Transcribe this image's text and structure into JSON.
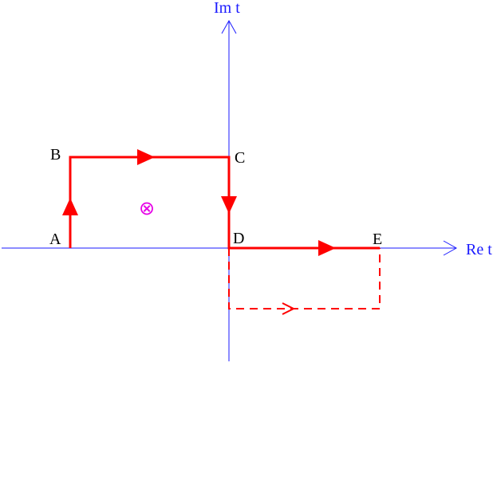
{
  "colors": {
    "axis": "#1a1aff",
    "contour": "#ff0000",
    "pole": "#e600e6",
    "label": "#000000"
  },
  "axes": {
    "imaginary_label": "Im t",
    "real_label": "Re t"
  },
  "points": {
    "A": "A",
    "B": "B",
    "C": "C",
    "D": "D",
    "E": "E"
  },
  "pole": {
    "symbol": "⊗",
    "icon": "circled-times-icon"
  }
}
